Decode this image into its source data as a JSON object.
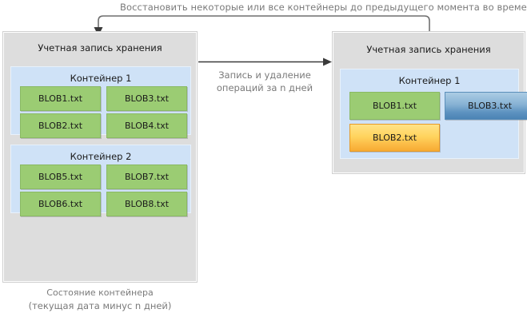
{
  "diagram": {
    "top_caption": "Восстановить некоторые или все контейнеры до предыдущего момента во времени",
    "middle_label": {
      "line1": "Запись и удаление",
      "line2": "операций за n дней"
    },
    "bottom_caption": {
      "line1": "Состояние контейнера",
      "line2": "(текущая дата минус n дней)"
    },
    "colors": {
      "panel_bg": "#dddddd",
      "container_bg": "#cfe2f7",
      "blob_green": "#9bcc73",
      "blob_blue": "#5d92c0",
      "blob_yellow": "#fbb944",
      "caption_text": "#7a7a7a",
      "body_text": "#1a1a1a",
      "arrow": "#333333"
    },
    "left_account": {
      "title": "Учетная запись хранения",
      "containers": [
        {
          "title": "Контейнер 1",
          "blobs": [
            {
              "label": "BLOB1.txt",
              "state": "green"
            },
            {
              "label": "BLOB3.txt",
              "state": "green"
            },
            {
              "label": "BLOB2.txt",
              "state": "green"
            },
            {
              "label": "BLOB4.txt",
              "state": "green"
            }
          ]
        },
        {
          "title": "Контейнер 2",
          "blobs": [
            {
              "label": "BLOB5.txt",
              "state": "green"
            },
            {
              "label": "BLOB7.txt",
              "state": "green"
            },
            {
              "label": "BLOB6.txt",
              "state": "green"
            },
            {
              "label": "BLOB8.txt",
              "state": "green"
            }
          ]
        }
      ]
    },
    "right_account": {
      "title": "Учетная запись хранения",
      "containers": [
        {
          "title": "Контейнер 1",
          "blobs": [
            {
              "label": "BLOB1.txt",
              "state": "green"
            },
            {
              "label": "BLOB3.txt",
              "state": "blue"
            },
            {
              "label": "BLOB2.txt",
              "state": "yellow"
            }
          ]
        }
      ]
    }
  }
}
